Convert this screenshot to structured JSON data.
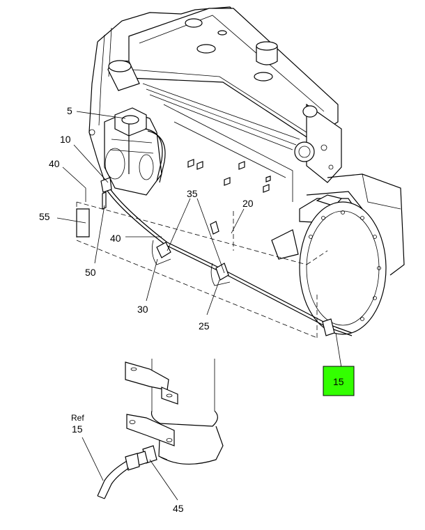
{
  "callouts": {
    "c5": "5",
    "c10": "10",
    "c40a": "40",
    "c55": "55",
    "c50": "50",
    "c35": "35",
    "c20": "20",
    "c40b": "40",
    "c30": "30",
    "c25": "25",
    "c15": "15",
    "ref_word": "Ref",
    "ref_num": "15",
    "c45": "45"
  },
  "colors": {
    "highlight_fill": "#33ff00",
    "line": "#000000",
    "background": "#ffffff"
  }
}
